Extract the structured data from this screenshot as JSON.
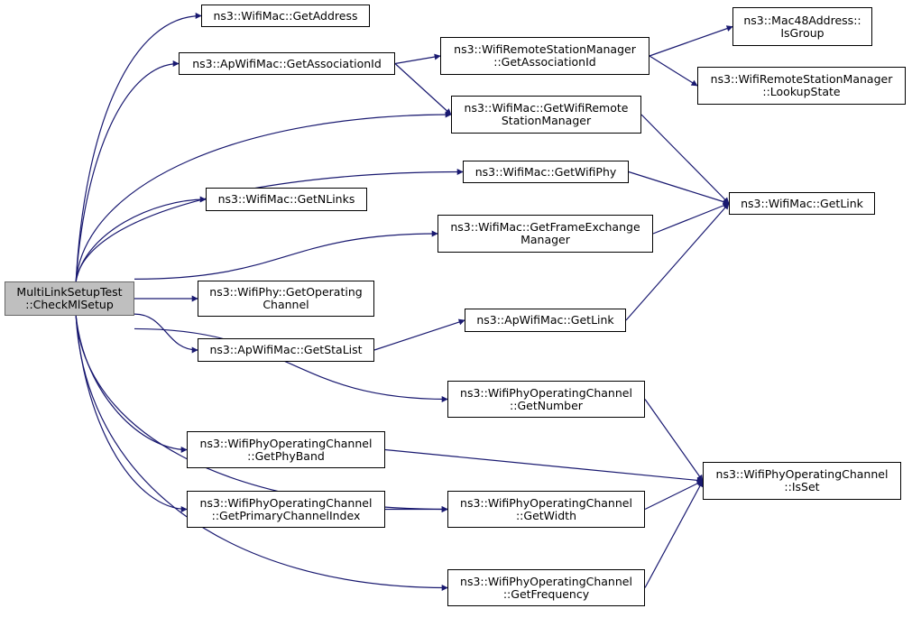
{
  "graph": {
    "edge_color": "#191970",
    "root_fill": "#bfbfbf",
    "node_fill": "#ffffff",
    "nodes": {
      "root": {
        "line1": "MultiLinkSetupTest",
        "line2": "::CheckMlSetup"
      },
      "get_address": {
        "line1": "ns3::WifiMac::GetAddress",
        "line2": ""
      },
      "ap_get_association_id": {
        "line1": "ns3::ApWifiMac::GetAssociationId",
        "line2": ""
      },
      "rsm_get_association_id": {
        "line1": "ns3::WifiRemoteStationManager",
        "line2": "::GetAssociationId"
      },
      "mac48_is_group": {
        "line1": "ns3::Mac48Address::",
        "line2": "IsGroup"
      },
      "rsm_lookup_state": {
        "line1": "ns3::WifiRemoteStationManager",
        "line2": "::LookupState"
      },
      "get_wifi_remote_station_manager": {
        "line1": "ns3::WifiMac::GetWifiRemote",
        "line2": "StationManager"
      },
      "get_wifi_phy": {
        "line1": "ns3::WifiMac::GetWifiPhy",
        "line2": ""
      },
      "get_n_links": {
        "line1": "ns3::WifiMac::GetNLinks",
        "line2": ""
      },
      "wifimac_get_link": {
        "line1": "ns3::WifiMac::GetLink",
        "line2": ""
      },
      "get_frame_exchange_manager": {
        "line1": "ns3::WifiMac::GetFrameExchange",
        "line2": "Manager"
      },
      "phy_get_operating_channel": {
        "line1": "ns3::WifiPhy::GetOperating",
        "line2": "Channel"
      },
      "ap_get_link": {
        "line1": "ns3::ApWifiMac::GetLink",
        "line2": ""
      },
      "ap_get_sta_list": {
        "line1": "ns3::ApWifiMac::GetStaList",
        "line2": ""
      },
      "oc_get_number": {
        "line1": "ns3::WifiPhyOperatingChannel",
        "line2": "::GetNumber"
      },
      "oc_get_phy_band": {
        "line1": "ns3::WifiPhyOperatingChannel",
        "line2": "::GetPhyBand"
      },
      "oc_is_set": {
        "line1": "ns3::WifiPhyOperatingChannel",
        "line2": "::IsSet"
      },
      "oc_get_primary_channel_index": {
        "line1": "ns3::WifiPhyOperatingChannel",
        "line2": "::GetPrimaryChannelIndex"
      },
      "oc_get_width": {
        "line1": "ns3::WifiPhyOperatingChannel",
        "line2": "::GetWidth"
      },
      "oc_get_frequency": {
        "line1": "ns3::WifiPhyOperatingChannel",
        "line2": "::GetFrequency"
      }
    },
    "edges": [
      [
        "root",
        "get_address"
      ],
      [
        "root",
        "ap_get_association_id"
      ],
      [
        "root",
        "get_wifi_remote_station_manager"
      ],
      [
        "root",
        "get_wifi_phy"
      ],
      [
        "root",
        "get_n_links"
      ],
      [
        "root",
        "get_frame_exchange_manager"
      ],
      [
        "root",
        "phy_get_operating_channel"
      ],
      [
        "root",
        "ap_get_sta_list"
      ],
      [
        "root",
        "oc_get_number"
      ],
      [
        "root",
        "oc_get_phy_band"
      ],
      [
        "root",
        "oc_get_primary_channel_index"
      ],
      [
        "root",
        "oc_get_width"
      ],
      [
        "root",
        "oc_get_frequency"
      ],
      [
        "ap_get_association_id",
        "rsm_get_association_id"
      ],
      [
        "ap_get_association_id",
        "get_wifi_remote_station_manager"
      ],
      [
        "rsm_get_association_id",
        "mac48_is_group"
      ],
      [
        "rsm_get_association_id",
        "rsm_lookup_state"
      ],
      [
        "get_wifi_remote_station_manager",
        "wifimac_get_link"
      ],
      [
        "get_wifi_phy",
        "wifimac_get_link"
      ],
      [
        "get_frame_exchange_manager",
        "wifimac_get_link"
      ],
      [
        "ap_get_sta_list",
        "ap_get_link"
      ],
      [
        "ap_get_link",
        "wifimac_get_link"
      ],
      [
        "oc_get_number",
        "oc_is_set"
      ],
      [
        "oc_get_phy_band",
        "oc_is_set"
      ],
      [
        "oc_get_primary_channel_index",
        "oc_get_width"
      ],
      [
        "oc_get_width",
        "oc_is_set"
      ],
      [
        "oc_get_frequency",
        "oc_is_set"
      ]
    ]
  }
}
